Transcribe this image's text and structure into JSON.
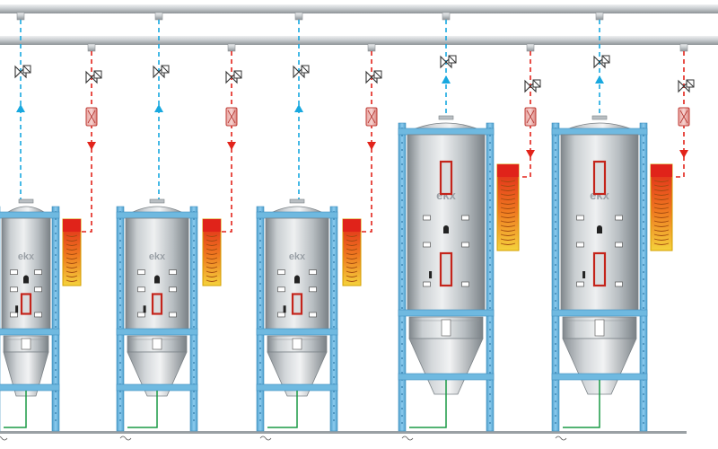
{
  "colors": {
    "pipe": "#c7cbce",
    "pipe_dark": "#8f9599",
    "frame": "#6fb9e0",
    "frame_dark": "#3f8fbf",
    "supply_line": "#18a8df",
    "return_line": "#e2231a",
    "heater": "#e8491d",
    "heater_edge": "#d4a000",
    "ground_line": "#1a9a45",
    "floor": "#9aa0a4",
    "hopper_logo": "#9aa0a6"
  },
  "logo_text": "ekx",
  "icons": [
    "valve-icon",
    "filter-icon",
    "heater-icon",
    "arrow-up-icon",
    "arrow-down-icon"
  ],
  "hoppers": [
    {
      "id": "hopper-1",
      "size": "small"
    },
    {
      "id": "hopper-2",
      "size": "small"
    },
    {
      "id": "hopper-3",
      "size": "small"
    },
    {
      "id": "hopper-4",
      "size": "large"
    },
    {
      "id": "hopper-5",
      "size": "large"
    }
  ]
}
